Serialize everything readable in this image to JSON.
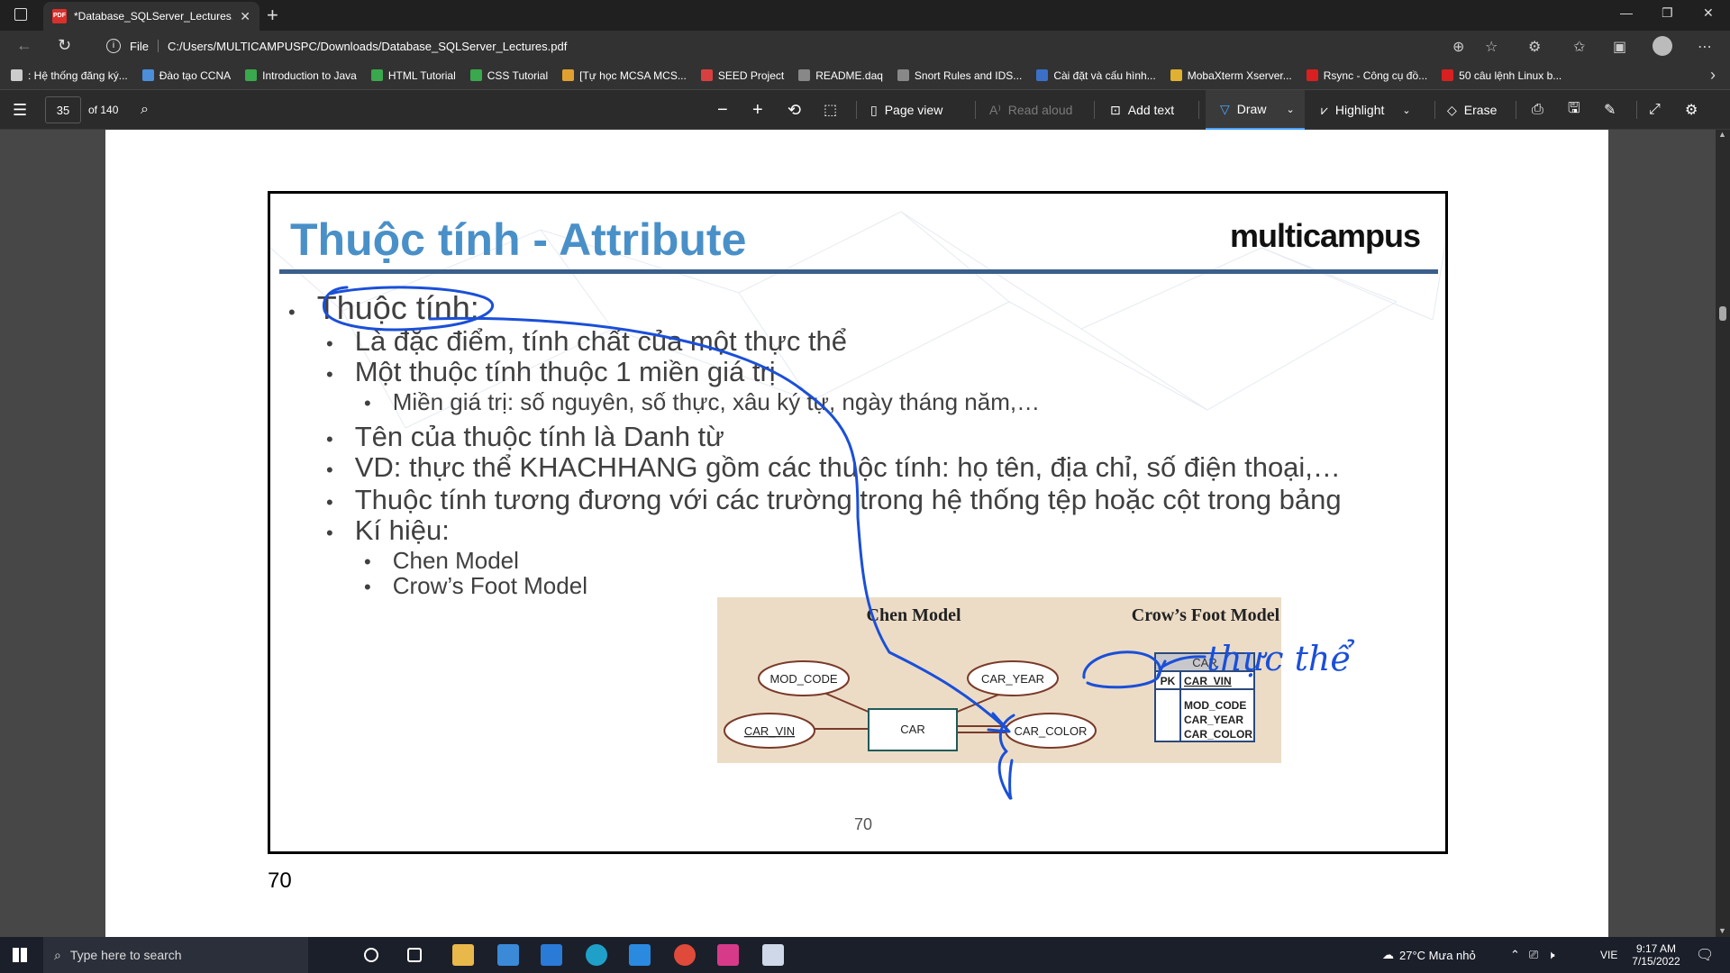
{
  "browser": {
    "tab_title": "*Database_SQLServer_Lectures.p",
    "file_label": "File",
    "url": "C:/Users/MULTICAMPUSPC/Downloads/Database_SQLServer_Lectures.pdf"
  },
  "bookmarks": [
    {
      "label": ": Hệ thống đăng ký...",
      "color": "#cccccc"
    },
    {
      "label": "Đào tạo CCNA",
      "color": "#4a8fd8"
    },
    {
      "label": "Introduction to Java",
      "color": "#3aa84c"
    },
    {
      "label": "HTML Tutorial",
      "color": "#3aa84c"
    },
    {
      "label": "CSS Tutorial",
      "color": "#3aa84c"
    },
    {
      "label": "[Tự học MCSA MCS...",
      "color": "#e0a030"
    },
    {
      "label": "SEED Project",
      "color": "#d84040"
    },
    {
      "label": "README.daq",
      "color": "#888888"
    },
    {
      "label": "Snort Rules and IDS...",
      "color": "#888888"
    },
    {
      "label": "Cài đặt và cấu hình...",
      "color": "#3a70c8"
    },
    {
      "label": "MobaXterm Xserver...",
      "color": "#e0b030"
    },
    {
      "label": "Rsync - Công cụ đồ...",
      "color": "#d82020"
    },
    {
      "label": "50 câu lệnh Linux b...",
      "color": "#d82020"
    }
  ],
  "pdf_toolbar": {
    "page_current": "35",
    "page_total": "of 140",
    "page_view": "Page view",
    "read_aloud": "Read aloud",
    "add_text": "Add text",
    "draw": "Draw",
    "highlight": "Highlight",
    "erase": "Erase"
  },
  "slide": {
    "title": "Thuộc tính - Attribute",
    "logo": "multicampus",
    "bullets": [
      {
        "level": 1,
        "text": "Thuộc tính:"
      },
      {
        "level": 2,
        "text": "Là đặc điểm, tính chất của một thực thể"
      },
      {
        "level": 2,
        "text": "Một thuộc tính thuộc 1 miền giá trị"
      },
      {
        "level": 3,
        "text": "Miền giá trị: số nguyên, số thực, xâu ký tự, ngày tháng năm,…"
      },
      {
        "level": 2,
        "text": "Tên của thuộc tính là Danh từ"
      },
      {
        "level": 2,
        "text": "VD: thực thể KHACHHANG gồm các thuộc tính: họ tên, địa chỉ, số điện thoại,…"
      },
      {
        "level": 2,
        "text": "Thuộc tính tương đương với các trường trong hệ thống tệp hoặc cột trong bảng"
      },
      {
        "level": 2,
        "text": "Kí hiệu:"
      },
      {
        "level": 3,
        "text": "Chen Model"
      },
      {
        "level": 3,
        "text": "Crow’s Foot Model"
      }
    ],
    "slide_number": "70",
    "page_label": "70",
    "diagram": {
      "chen_title": "Chen Model",
      "crow_title": "Crow’s Foot Model",
      "entity": "CAR",
      "attributes": [
        "MOD_CODE",
        "CAR_YEAR",
        "CAR_VIN",
        "CAR_COLOR"
      ],
      "crow_entity": "CAR",
      "crow_pk_label": "PK",
      "crow_pk_field": "CAR_VIN",
      "crow_fields": [
        "MOD_CODE",
        "CAR_YEAR",
        "CAR_COLOR"
      ]
    },
    "handwriting": "thực thể"
  },
  "taskbar": {
    "search_placeholder": "Type here to search",
    "weather": "27°C  Mưa nhỏ",
    "lang": "VIE",
    "time": "9:17 AM",
    "date": "7/15/2022"
  },
  "colors": {
    "title_blue": "#4a90c8",
    "ink_blue": "#1a4fd8",
    "chen_stroke": "#7a3a2a",
    "diagram_bg": "#ecdcc6"
  }
}
